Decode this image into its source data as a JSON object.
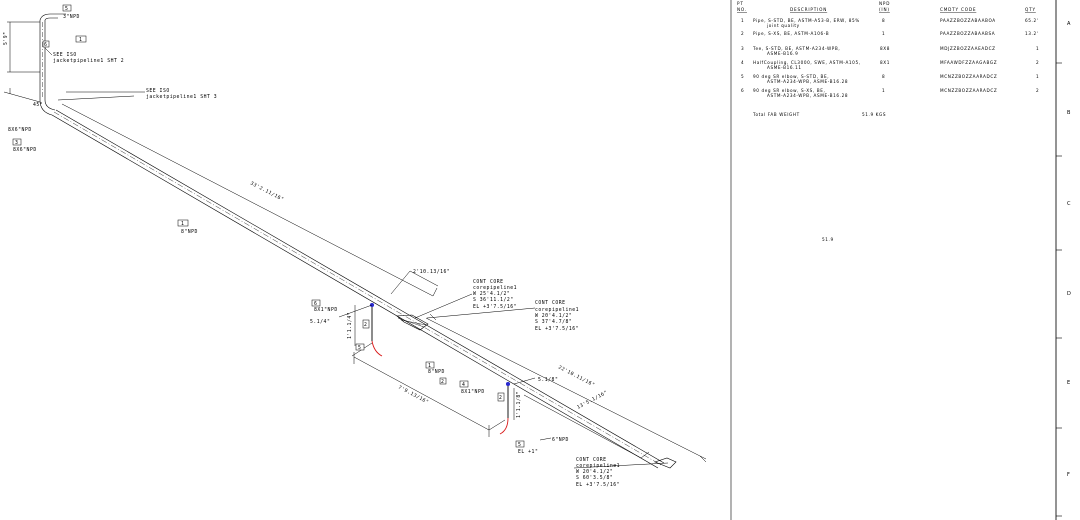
{
  "drawing": {
    "top_labels": {
      "npd_3_top": "3\"NPD",
      "dim_vertical": "5'9\"",
      "see_iso_1_line1": "SEE ISO",
      "see_iso_1_line2": "jacketpipeline1 SHT 2",
      "see_iso_2_line1": "SEE ISO",
      "see_iso_2_line2": "jacketpipeline1 SHT 3",
      "angle_45": "45°",
      "reducer_label": "8X6\"NPD",
      "reducer_tag_label": "8X6\"NPD",
      "long_dim": "33'2.11/16\"",
      "main_npd": "8\"NPD"
    },
    "middle_labels": {
      "dim_2_13": "2'10.13/16\"",
      "cont_core_1": [
        "CONT CORE",
        "corepipeline1",
        "W 25'4.1/2\"",
        "S 36'11.1/2\"",
        "EL +3'7.5/16\""
      ],
      "cont_core_2": [
        "CONT CORE",
        "corepipeline1",
        "W 20'4.1/2\"",
        "S 37'4.7/8\"",
        "EL +3'7.5/16\""
      ],
      "tee_left": "8X1\"NPD",
      "dim_5_1_4": "5.1/4\"",
      "dim_1_1_1_4": "1'1.1/4\"",
      "npd_1_mid": "8\"NPD",
      "tee_right": "8X1\"NPD",
      "dim_5_1_8": "5.1/8\"",
      "dim_7_9": "7'9.13/16\"",
      "dim_1_1_1_8": "1'1.1/8\"",
      "dim_22_10": "22'10.11/16\"",
      "dim_13_5": "13'5.1/16\"",
      "el_1": "EL +1\"",
      "npd_6": "6\"NPD",
      "cont_core_3": [
        "CONT CORE",
        "corepipeline1",
        "W 20'4.1/2\"",
        "S 60'3.5/8\"",
        "EL +3'7.5/16\""
      ]
    },
    "tags": {
      "t5": "5",
      "t1_top": "1",
      "t6": "6",
      "t3": "3",
      "t1_main": "1",
      "t6_left": "6",
      "t2_left": "2",
      "t5_left": "5",
      "t2_mid": "2",
      "t1_mid": "1",
      "t4": "4",
      "t2_right": "2",
      "t5_right": "5"
    }
  },
  "bom_table": {
    "headers": {
      "pt_no": [
        "PT",
        "NO."
      ],
      "description": "DESCRIPTION",
      "npd": [
        "NPD",
        "(IN)"
      ],
      "cmdty_code": "CMDTY CODE",
      "qty": "QTY"
    },
    "rows": [
      {
        "pt": "1",
        "desc": [
          "Pipe, S-STD, BE, ASTM-A53-B, ERW, 85%",
          "joint quality"
        ],
        "npd": "8",
        "code": "PAAZZBOZZABAABOA",
        "qty": "65.2'"
      },
      {
        "pt": "2",
        "desc": [
          "Pipe, S-XS, BE, ASTM-A106-B"
        ],
        "npd": "1",
        "code": "PAAZZBOZZABAABSA",
        "qty": "13.2'"
      },
      {
        "pt": "3",
        "desc": [
          "Tee, S-STD, BE, ASTM-A234-WPB,",
          "ASME-B16.9"
        ],
        "npd": "8X8",
        "code": "MDJZZBOZZAAEADCZ",
        "qty": "1"
      },
      {
        "pt": "4",
        "desc": [
          "HalfCoupling, CL3000, SWE, ASTM-A105,",
          "ASME-B16.11"
        ],
        "npd": "8X1",
        "code": "MFAAWDFZZAAGABGZ",
        "qty": "2"
      },
      {
        "pt": "5",
        "desc": [
          "90 deg SR elbow, S-STD, BE,",
          "ASTM-A234-WPB, ASME-B16.28"
        ],
        "npd": "8",
        "code": "MCNZZBOZZAARADCZ",
        "qty": "1"
      },
      {
        "pt": "6",
        "desc": [
          "90 deg SR elbow, S-XS, BE,",
          "ASTM-A234-WPB, ASME-B16.28"
        ],
        "npd": "1",
        "code": "MCNZZBOZZAARADCZ",
        "qty": "2"
      }
    ],
    "total_label": "Total FAB WEIGHT",
    "total_value": "51.9 KGS",
    "weight_center": "51.9"
  },
  "border_letters": [
    "A",
    "B",
    "C",
    "D",
    "E",
    "F"
  ],
  "colors": {
    "line": "#000000",
    "highlight": "#d81818",
    "node": "#2a2ad0"
  }
}
